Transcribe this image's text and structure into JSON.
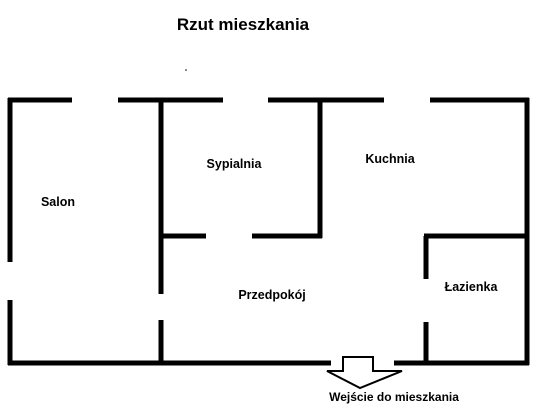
{
  "title": "Rzut mieszkania",
  "rooms": {
    "salon": "Salon",
    "sypialnia": "Sypialnia",
    "kuchnia": "Kuchnia",
    "przedpokoj": "Przedpokój",
    "lazienka": "Łazienka"
  },
  "entrance": {
    "label": "Wejście do mieszkania",
    "arrow_icon": "down-arrow-icon"
  }
}
